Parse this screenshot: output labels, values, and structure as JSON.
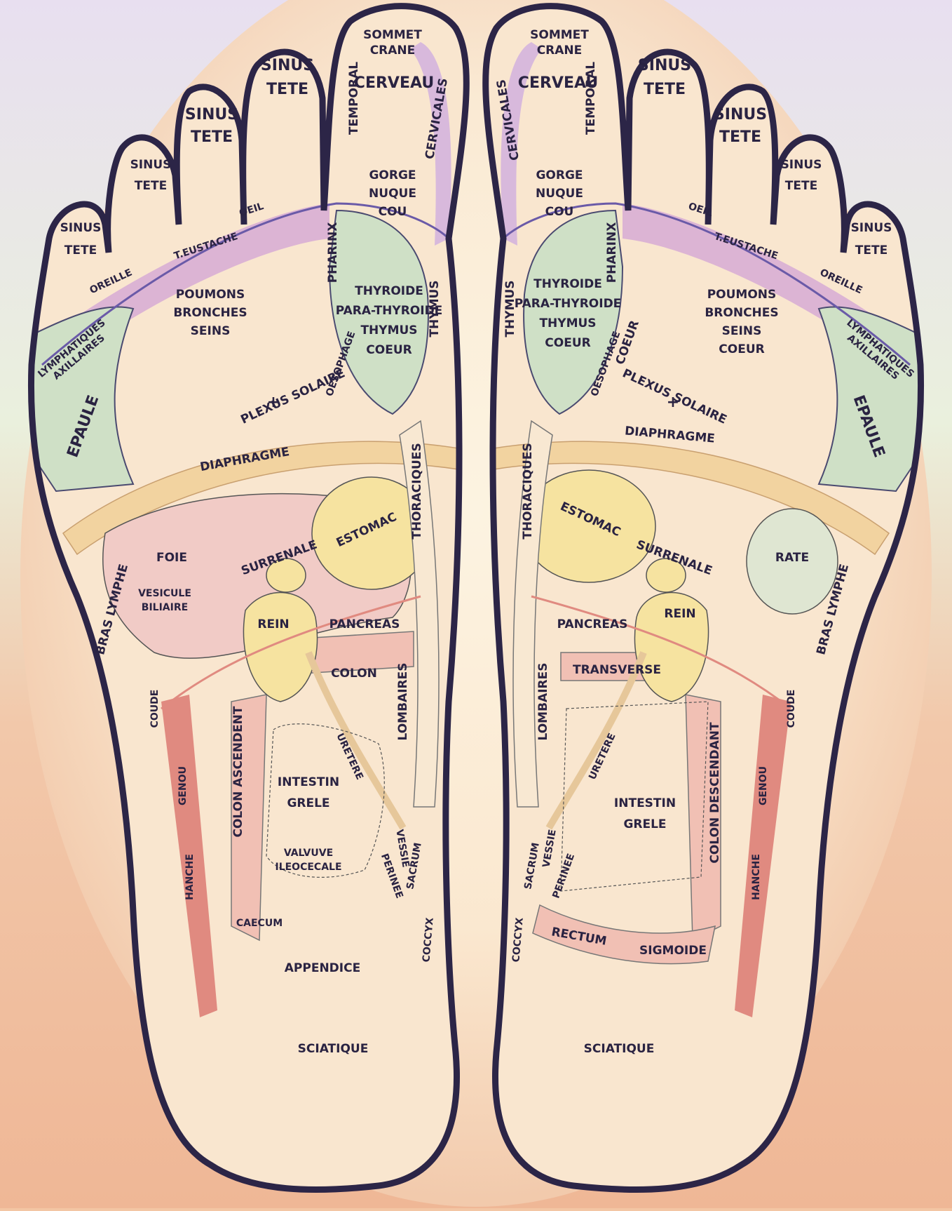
{
  "feet": [
    {
      "side": "left",
      "labels": {
        "toe1": [
          "SOMMET",
          "CRANE"
        ],
        "cerveau": "CERVEAU",
        "temporal": "TEMPORAL",
        "cervicales": "CERVICALES",
        "gorge": [
          "GORGE",
          "NUQUE",
          "COU"
        ],
        "toe2": [
          "SINUS",
          "TETE"
        ],
        "toe3": [
          "SINUS",
          "TETE"
        ],
        "toe4": [
          "SINUS",
          "TETE"
        ],
        "toe5": [
          "SINUS",
          "TETE"
        ],
        "oeil": "OEIL",
        "eustache": "T.EUSTACHE",
        "oreille": "OREILLE",
        "pharinx": "PHARINX",
        "thyroide": [
          "THYROIDE",
          "PARA-THYROIDE",
          "THYMUS",
          "COEUR"
        ],
        "oesophage": "OESOPHAGE",
        "thymus_spine": "THYMUS",
        "poumons": [
          "POUMONS",
          "BRONCHES",
          "SEINS"
        ],
        "lymph": [
          "LYMPHATIQUES",
          "AXILLAIRES"
        ],
        "epaule": "EPAULE",
        "plexus": "PLEXUS SOLAIRE",
        "plus": "+",
        "diaphragme": "DIAPHRAGME",
        "thoraciques": "THORACIQUES",
        "estomac": "ESTOMAC",
        "foie": "FOIE",
        "vesicule": [
          "VESICULE",
          "BILIAIRE"
        ],
        "surrenale": "SURRENALE",
        "rein": "REIN",
        "pancreas": "PANCREAS",
        "colon": "COLON",
        "lombaires": "LOMBAIRES",
        "bras": "BRAS LYMPHE",
        "coude": "COUDE",
        "genou": "GENOU",
        "hanche": "HANCHE",
        "colon_asc": "COLON ASCENDENT",
        "uretere": "URETERE",
        "intestin": [
          "INTESTIN",
          "GRELE"
        ],
        "valvule": [
          "VALVUVE",
          "ILEOCECALE"
        ],
        "vessie": "VESSIE",
        "sacrum": "SACRUM",
        "perinee": "PERINEE",
        "coccyx": "COCCYX",
        "caecum": "CAECUM",
        "appendice": "APPENDICE",
        "sciatique": "SCIATIQUE"
      }
    },
    {
      "side": "right",
      "labels": {
        "toe1": [
          "SOMMET",
          "CRANE"
        ],
        "cerveau": "CERVEAU",
        "temporal": "TEMPORAL",
        "cervicales": "CERVICALES",
        "gorge": [
          "GORGE",
          "NUQUE",
          "COU"
        ],
        "toe2": [
          "SINUS",
          "TETE"
        ],
        "toe3": [
          "SINUS",
          "TETE"
        ],
        "toe4": [
          "SINUS",
          "TETE"
        ],
        "toe5": [
          "SINUS",
          "TETE"
        ],
        "oeil": "OEIL",
        "eustache": "T.EUSTACHE",
        "oreille": "OREILLE",
        "pharinx": "PHARINX",
        "thyroide": [
          "THYROIDE",
          "PARA-THYROIDE",
          "THYMUS",
          "COEUR"
        ],
        "oesophage": "OESOPHAGE",
        "coeur_arc": "COEUR",
        "thymus_spine": "THYMUS",
        "poumons": [
          "POUMONS",
          "BRONCHES",
          "SEINS",
          "COEUR"
        ],
        "lymph": [
          "LYMPHATIQUES",
          "AXILLAIRES"
        ],
        "epaule": "EPAULE",
        "plexus": "PLEXUS SOLAIRE",
        "plus": "+",
        "diaphragme": "DIAPHRAGME",
        "thoraciques": "THORACIQUES",
        "estomac": "ESTOMAC",
        "rate": "RATE",
        "surrenale": "SURRENALE",
        "rein": "REIN",
        "pancreas": "PANCREAS",
        "transverse": "TRANSVERSE",
        "lombaires": "LOMBAIRES",
        "bras": "BRAS LYMPHE",
        "coude": "COUDE",
        "genou": "GENOU",
        "hanche": "HANCHE",
        "colon_desc": "COLON DESCENDANT",
        "uretere": "URETERE",
        "intestin": [
          "INTESTIN",
          "GRELE"
        ],
        "vessie": "VESSIE",
        "sacrum": "SACRUM",
        "perinee": "PERINEE",
        "coccyx": "COCCYX",
        "rectum": "RECTUM",
        "sigmoide": "SIGMOIDE",
        "sciatique": "SCIATIQUE"
      }
    }
  ],
  "colors": {
    "outline": "#2c2547",
    "skin": "#f9e6cf",
    "lung_band": "#d9b3d6",
    "green_zone": "#cfe0c6",
    "diaphragm": "#f2d3a0",
    "organ_yellow": "#f6e3a0",
    "pink_zone": "#f1c9c6",
    "leg_red": "#e08a80",
    "spine": "#f8e8d2",
    "purple_line": "#6a5aa8",
    "bg_top": "#ece4f0",
    "bg_bottom": "#f0b999"
  }
}
